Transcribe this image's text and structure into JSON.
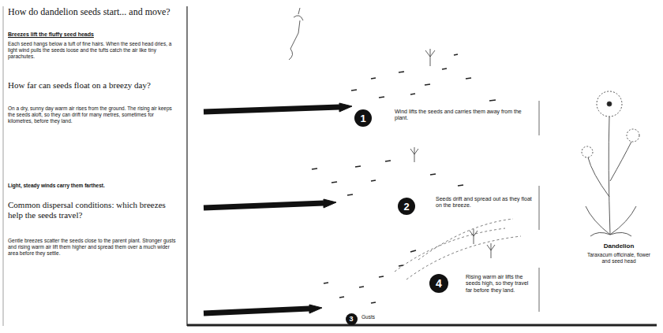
{
  "diagram": {
    "title": "How do dandelion seeds start... and move?",
    "nodes": [
      {
        "text": [
          "1"
        ]
      },
      {
        "text": [
          "2"
        ]
      },
      {
        "text": [
          "3"
        ]
      },
      {
        "text": [
          "4"
        ]
      }
    ],
    "labels": [
      "Breezes lift the fluffy seed heads",
      "Each seed hangs below a tuft of fine hairs. When the seed head dries, a light wind pulls the seeds loose and the tufts catch the air like tiny parachutes.",
      "How far can seeds float on a breezy day?",
      "On a dry, sunny day warm air rises from the ground. The rising air keeps the seeds aloft, so they can drift for many metres, sometimes for kilometres, before they land.",
      "Light, steady winds carry them farthest.",
      "Common dispersal conditions: which breezes help the seeds travel?",
      "Gentle breezes scatter the seeds close to the parent plant. Stronger gusts and rising warm air lift them higher and spread them over a much wider area before they settle.",
      "Wind lifts the seeds and carries them away from the plant.",
      "Seeds drift and spread out as they float on the breeze.",
      "Gusts",
      "Rising warm air lifts the seeds high, so they travel far before they land.",
      "Dandelion",
      "Taraxacum officinale, flower and seed head"
    ]
  }
}
